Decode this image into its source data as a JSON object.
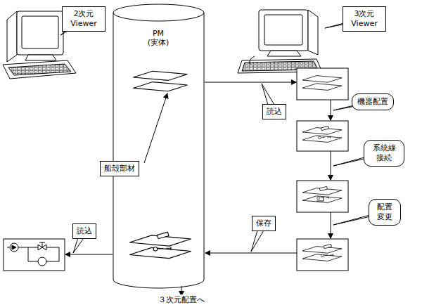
{
  "diagram": {
    "nodes": [
      {
        "text": [
          "2次元 Viewer"
        ]
      },
      {
        "text": [
          "PM (実体)"
        ]
      },
      {
        "text": [
          "船殻部材"
        ]
      },
      {
        "text": [
          "3次元 Viewer"
        ]
      },
      {
        "text": [
          "読込"
        ]
      },
      {
        "text": [
          "機器配置"
        ]
      },
      {
        "text": [
          "系統線 接続"
        ]
      },
      {
        "text": [
          "配置 変更"
        ]
      },
      {
        "text": [
          "保存"
        ]
      },
      {
        "text": [
          "読込"
        ]
      }
    ],
    "labels": [
      "３次元配置へ"
    ]
  }
}
